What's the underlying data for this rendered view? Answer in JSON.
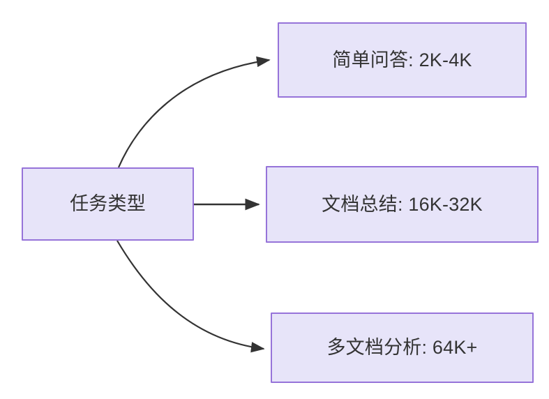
{
  "diagram": {
    "type": "flowchart",
    "direction": "left-to-right",
    "background_color": "#ffffff",
    "node_fill_color": "#e7e4f9",
    "node_border_color": "#9673d9",
    "node_text_color": "#333333",
    "edge_color": "#333333",
    "root": {
      "id": "root",
      "label": "任务类型"
    },
    "branches": [
      {
        "id": "simple-qa",
        "label": "简单问答: 2K-4K",
        "task": "简单问答",
        "context_length": "2K-4K",
        "edge_style": "curved"
      },
      {
        "id": "doc-summary",
        "label": "文档总结: 16K-32K",
        "task": "文档总结",
        "context_length": "16K-32K",
        "edge_style": "straight"
      },
      {
        "id": "multi-doc",
        "label": "多文档分析: 64K+",
        "task": "多文档分析",
        "context_length": "64K+",
        "edge_style": "curved"
      }
    ]
  }
}
